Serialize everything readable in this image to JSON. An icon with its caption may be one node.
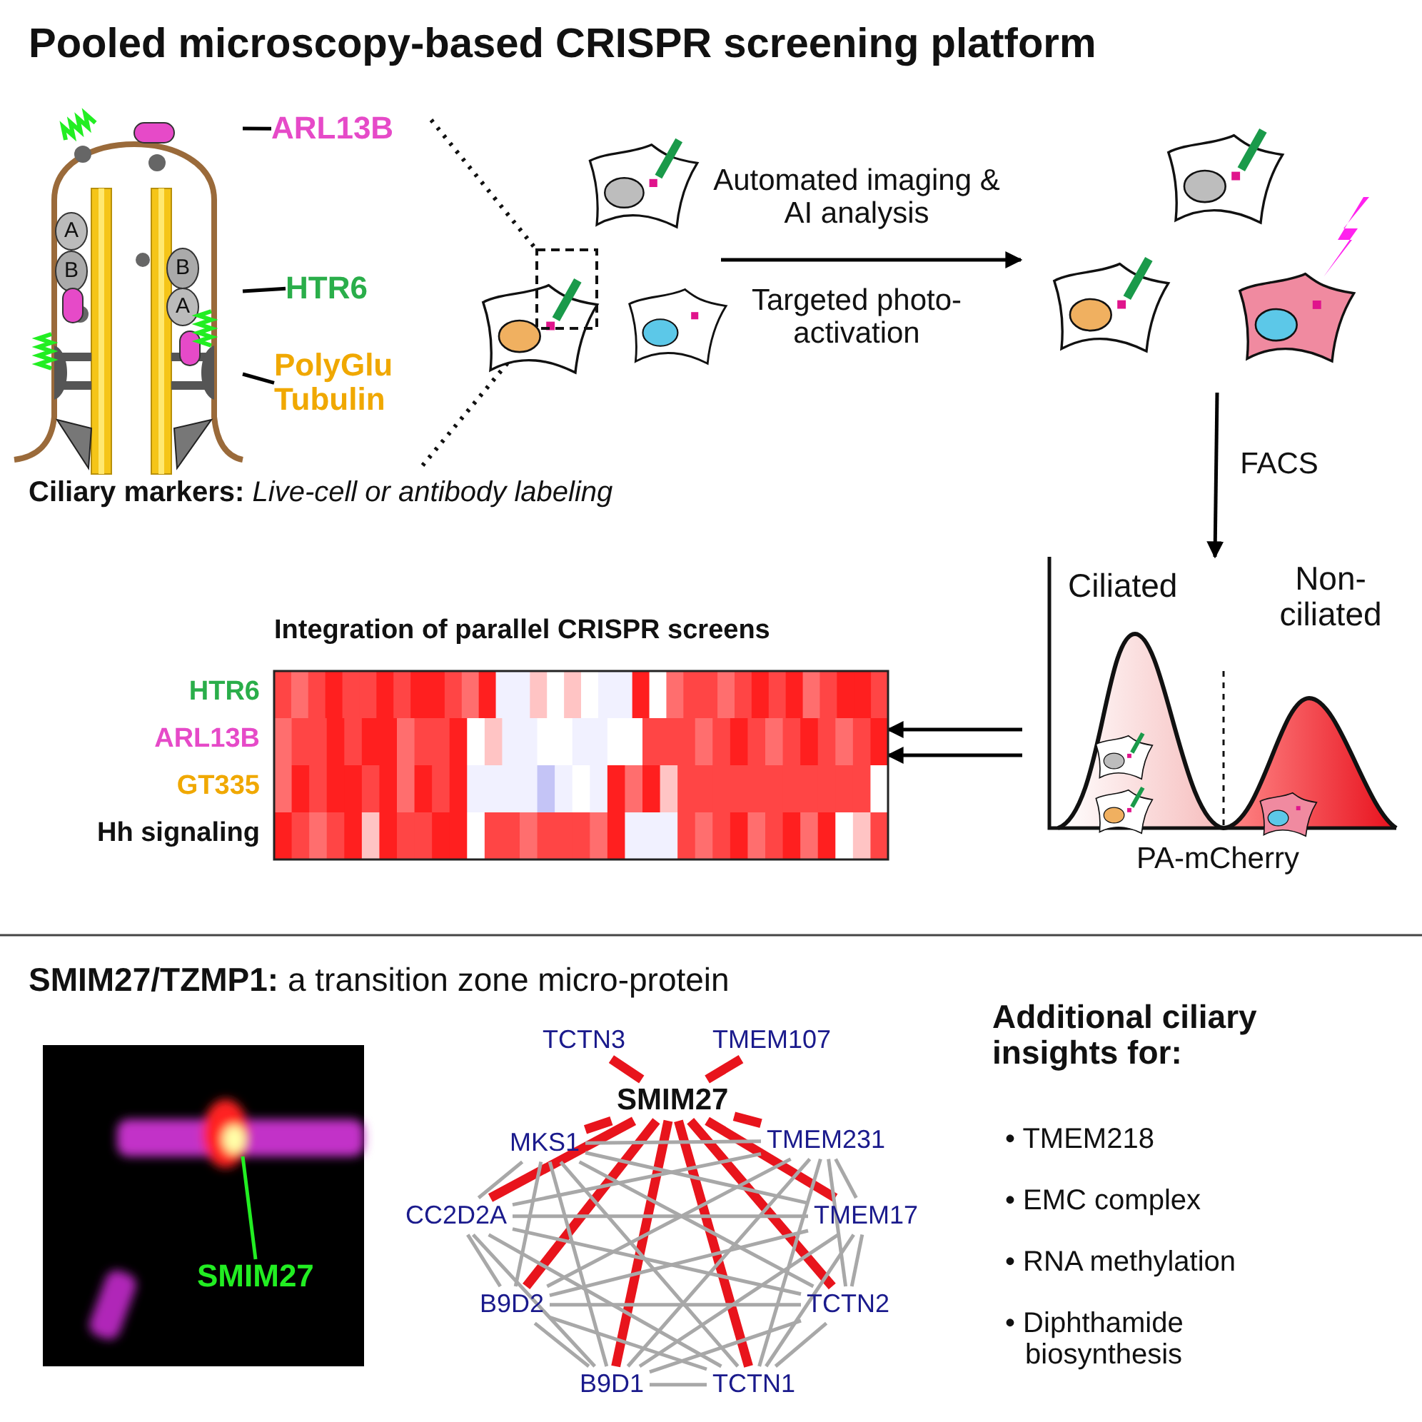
{
  "diagram": {
    "title": "Pooled microscopy-based CRISPR screening platform",
    "nodes": [
      {
        "text": [],
        "shape": "picture",
        "beside": [
          "**Ciliary markers:** *Live-cell or antibody labeling*"
        ]
      },
      {
        "text": [
          "ARL13B"
        ]
      },
      {
        "text": [
          "HTR6"
        ]
      },
      {
        "text": [
          "PolyGlu Tubulin"
        ]
      },
      {
        "text": [],
        "shape": "picture"
      },
      {
        "text": [],
        "shape": "picture"
      },
      {
        "text": [],
        "shape": "picture",
        "beside": [
          "PA-mCherry"
        ]
      },
      {
        "text": [
          "Integration of parallel CRISPR screens"
        ],
        "beside": [
          "HTR6",
          "ARL13B",
          "GT335",
          "Hh signaling"
        ]
      },
      {
        "text": [],
        "shape": "picture"
      },
      {
        "text": [
          "SMIM27"
        ],
        "in": 8
      },
      {
        "text": [
          "TCTN3"
        ]
      },
      {
        "text": [
          "TMEM107"
        ]
      },
      {
        "text": [
          "SMIM27"
        ]
      },
      {
        "text": [
          "MKS1"
        ]
      },
      {
        "text": [
          "TMEM231"
        ]
      },
      {
        "text": [
          "CC2D2A"
        ]
      },
      {
        "text": [
          "TMEM17"
        ]
      },
      {
        "text": [
          "B9D2"
        ]
      },
      {
        "text": [
          "TCTN2"
        ]
      },
      {
        "text": [
          "B9D1"
        ]
      },
      {
        "text": [
          "TCTN1"
        ]
      }
    ],
    "edges": [
      {
        "from": 1,
        "to": 0,
        "arrow": "none",
        "color": "#000000"
      },
      {
        "from": 2,
        "to": 0,
        "arrow": "none",
        "color": "#000000"
      },
      {
        "from": 3,
        "to": 0,
        "arrow": "none",
        "color": "#000000"
      },
      {
        "from": 4,
        "to": 5,
        "arrow": "to",
        "label": "Automated imaging & AI analysis",
        "color": "#000000"
      },
      {
        "from": 5,
        "to": 6,
        "arrow": "to",
        "label": "FACS",
        "color": "#000000"
      },
      {
        "from": 6,
        "to": 7,
        "arrow": "to",
        "color": "#000000"
      },
      {
        "from": 6,
        "to": 7,
        "arrow": "to",
        "color": "#000000"
      },
      {
        "from": 9,
        "to": null,
        "arrow": "none",
        "color": "#22ee22"
      },
      {
        "from": 12,
        "to": 10,
        "arrow": "none",
        "style": "thick",
        "color": "#e8141c"
      },
      {
        "from": 12,
        "to": 11,
        "arrow": "none",
        "style": "thick",
        "color": "#e8141c"
      },
      {
        "from": 12,
        "to": 13,
        "arrow": "none",
        "style": "thick",
        "color": "#e8141c"
      },
      {
        "from": 12,
        "to": 14,
        "arrow": "none",
        "style": "thick",
        "color": "#e8141c"
      },
      {
        "from": 12,
        "to": 15,
        "arrow": "none",
        "style": "thick",
        "color": "#e8141c"
      },
      {
        "from": 12,
        "to": 16,
        "arrow": "none",
        "style": "thick",
        "color": "#e8141c"
      },
      {
        "from": 12,
        "to": 17,
        "arrow": "none",
        "style": "thick",
        "color": "#e8141c"
      },
      {
        "from": 12,
        "to": 18,
        "arrow": "none",
        "style": "thick",
        "color": "#e8141c"
      },
      {
        "from": 12,
        "to": 19,
        "arrow": "none",
        "style": "thick",
        "color": "#e8141c"
      },
      {
        "from": 12,
        "to": 20,
        "arrow": "none",
        "style": "thick",
        "color": "#e8141c"
      },
      {
        "from": 13,
        "to": 14,
        "arrow": "none"
      },
      {
        "from": 13,
        "to": 15,
        "arrow": "none"
      },
      {
        "from": 13,
        "to": 16,
        "arrow": "none"
      },
      {
        "from": 13,
        "to": 17,
        "arrow": "none"
      },
      {
        "from": 13,
        "to": 18,
        "arrow": "none"
      },
      {
        "from": 13,
        "to": 19,
        "arrow": "none"
      },
      {
        "from": 13,
        "to": 20,
        "arrow": "none"
      },
      {
        "from": 14,
        "to": 15,
        "arrow": "none"
      },
      {
        "from": 14,
        "to": 16,
        "arrow": "none"
      },
      {
        "from": 14,
        "to": 17,
        "arrow": "none"
      },
      {
        "from": 14,
        "to": 18,
        "arrow": "none"
      },
      {
        "from": 14,
        "to": 19,
        "arrow": "none"
      },
      {
        "from": 14,
        "to": 20,
        "arrow": "none"
      },
      {
        "from": 15,
        "to": 16,
        "arrow": "none"
      },
      {
        "from": 15,
        "to": 17,
        "arrow": "none"
      },
      {
        "from": 15,
        "to": 18,
        "arrow": "none"
      },
      {
        "from": 15,
        "to": 19,
        "arrow": "none"
      },
      {
        "from": 15,
        "to": 20,
        "arrow": "none"
      },
      {
        "from": 16,
        "to": 17,
        "arrow": "none"
      },
      {
        "from": 16,
        "to": 18,
        "arrow": "none"
      },
      {
        "from": 16,
        "to": 19,
        "arrow": "none"
      },
      {
        "from": 16,
        "to": 20,
        "arrow": "none"
      },
      {
        "from": 17,
        "to": 18,
        "arrow": "none"
      },
      {
        "from": 17,
        "to": 19,
        "arrow": "none"
      },
      {
        "from": 17,
        "to": 20,
        "arrow": "none"
      },
      {
        "from": 18,
        "to": 19,
        "arrow": "none"
      },
      {
        "from": 18,
        "to": 20,
        "arrow": "none"
      },
      {
        "from": 19,
        "to": 20,
        "arrow": "none"
      }
    ],
    "labels": [
      "A",
      "B",
      "B",
      "A",
      "Targeted photo-activation",
      "Ciliated",
      "Non-ciliated",
      "**SMIM27/TZMP1:** a transition zone micro-protein",
      "Additional ciliary insights for:",
      "• TMEM218",
      "• EMC complex",
      "• RNA methylation",
      "• Diphthamide biosynthesis"
    ]
  }
}
